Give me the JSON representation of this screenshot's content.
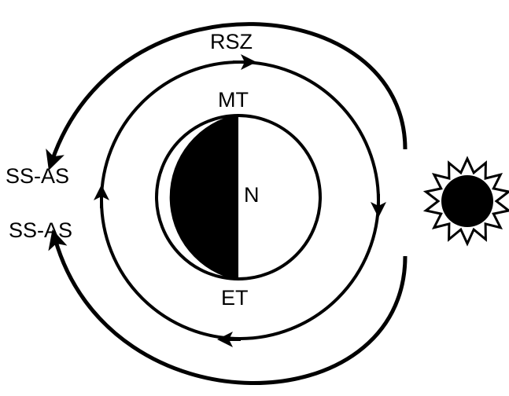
{
  "labels": {
    "top": "RSZ",
    "upper_inner": "MT",
    "center": "N",
    "lower_inner": "ET",
    "left_upper": "SS-AS",
    "left_lower": "SS-AS"
  },
  "colors": {
    "stroke": "#000000",
    "fill_dark": "#000000",
    "fill_light": "#ffffff"
  },
  "icons": {
    "sun": "sun-icon",
    "planet": "half-lit-planet-icon"
  }
}
